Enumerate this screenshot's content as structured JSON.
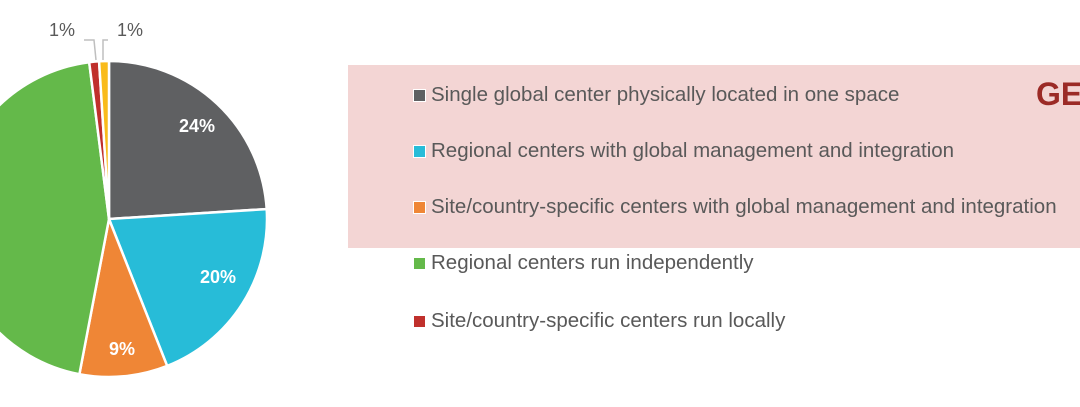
{
  "chart_data": {
    "type": "pie",
    "title": "",
    "slices": [
      {
        "label": "Single global center physically located in one space",
        "value": 24,
        "data_label": "24%",
        "color": "#5f6062"
      },
      {
        "label": "Regional centers with global management and integration",
        "value": 20,
        "data_label": "20%",
        "color": "#27bcd8"
      },
      {
        "label": "Site/country-specific centers with global management and integration",
        "value": 9,
        "data_label": "9%",
        "color": "#ef8636"
      },
      {
        "label": "Regional centers run independently",
        "value": 45,
        "data_label": "",
        "color": "#64b94a"
      },
      {
        "label": "Site/country-specific centers run locally",
        "value": 1,
        "data_label": "1%",
        "color": "#c0302c"
      },
      {
        "label": "",
        "value": 1,
        "data_label": "1%",
        "color": "#f9bb1b"
      }
    ],
    "legend_placement": "right"
  },
  "overlay_text": "GE"
}
